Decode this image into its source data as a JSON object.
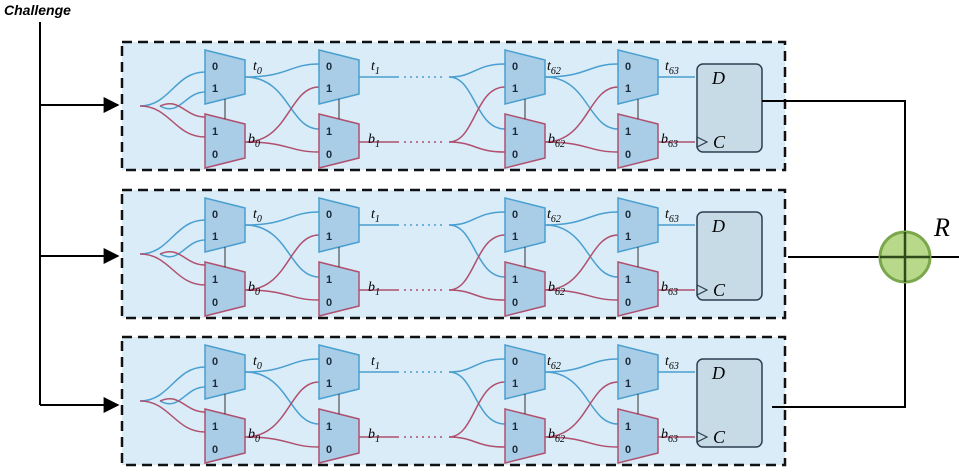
{
  "title": "Challenge",
  "output_label": "R",
  "chains": [
    {
      "t_first": "t",
      "t_first_sub": "0",
      "t_second": "t",
      "t_second_sub": "1",
      "t_pen": "t",
      "t_pen_sub": "62",
      "t_last": "t",
      "t_last_sub": "63",
      "b_first": "b",
      "b_first_sub": "0",
      "b_second": "b",
      "b_second_sub": "1",
      "b_pen": "b",
      "b_pen_sub": "62",
      "b_last": "b",
      "b_last_sub": "63",
      "ff_d": "D",
      "ff_c": "C",
      "mux_top": [
        "0",
        "1"
      ],
      "mux_bot": [
        "1",
        "0"
      ]
    },
    {
      "t_first": "t",
      "t_first_sub": "0",
      "t_second": "t",
      "t_second_sub": "1",
      "t_pen": "t",
      "t_pen_sub": "62",
      "t_last": "t",
      "t_last_sub": "63",
      "b_first": "b",
      "b_first_sub": "0",
      "b_second": "b",
      "b_second_sub": "1",
      "b_pen": "b",
      "b_pen_sub": "62",
      "b_last": "b",
      "b_last_sub": "63",
      "ff_d": "D",
      "ff_c": "C",
      "mux_top": [
        "0",
        "1"
      ],
      "mux_bot": [
        "1",
        "0"
      ]
    },
    {
      "t_first": "t",
      "t_first_sub": "0",
      "t_second": "t",
      "t_second_sub": "1",
      "t_pen": "t",
      "t_pen_sub": "62",
      "t_last": "t",
      "t_last_sub": "63",
      "b_first": "b",
      "b_first_sub": "0",
      "b_second": "b",
      "b_second_sub": "1",
      "b_pen": "b",
      "b_pen_sub": "62",
      "b_last": "b",
      "b_last_sub": "63",
      "ff_d": "D",
      "ff_c": "C",
      "mux_top": [
        "0",
        "1"
      ],
      "mux_bot": [
        "1",
        "0"
      ]
    }
  ],
  "colors": {
    "panel_fill": "#d9ecf8",
    "top_wire": "#4a9fd0",
    "bottom_wire": "#b0506e",
    "mux_fill": "#a9cde6",
    "ff_fill": "#c7dbe6",
    "xor_fill": "#b8d98a",
    "xor_stroke": "#7aa64c"
  }
}
